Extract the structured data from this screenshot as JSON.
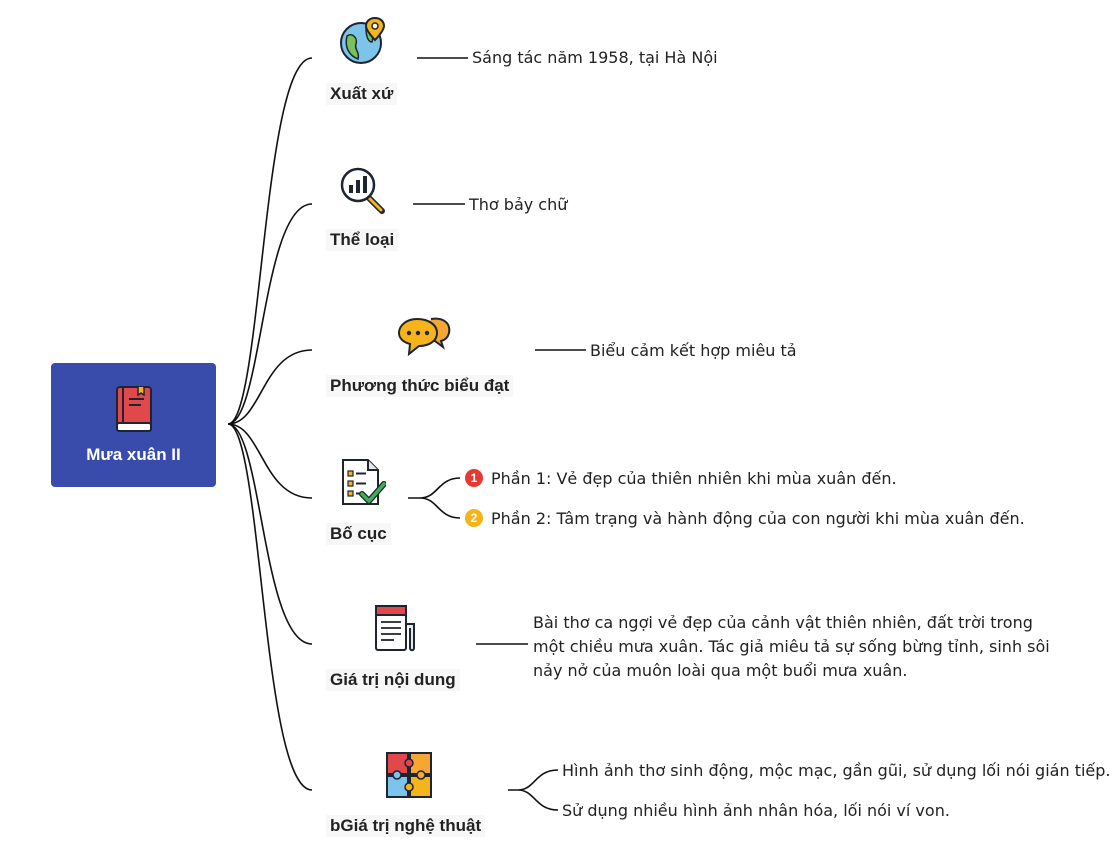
{
  "root": {
    "title": "Mưa xuân II",
    "icon": "book-icon",
    "color": "#3a4cab"
  },
  "branches": [
    {
      "label": "Xuất xứ",
      "icon": "globe-location-icon",
      "details": [
        "Sáng tác năm 1958, tại Hà Nội"
      ]
    },
    {
      "label": "Thể loại",
      "icon": "magnifier-chart-icon",
      "details": [
        "Thơ bảy chữ"
      ]
    },
    {
      "label": "Phương thức biểu đạt",
      "icon": "chat-bubbles-icon",
      "details": [
        "Biểu cảm kết hợp miêu tả"
      ]
    },
    {
      "label": "Bố cục",
      "icon": "checklist-icon",
      "markers": [
        "1",
        "2"
      ],
      "details": [
        "Phần 1: Vẻ đẹp của thiên nhiên khi mùa xuân đến.",
        "Phần 2: Tâm trạng và hành động của con người khi mùa xuân đến."
      ]
    },
    {
      "label": "Giá trị nội dung",
      "icon": "notebook-icon",
      "paragraph": [
        "Bài thơ ca ngợi vẻ đẹp của cảnh vật thiên nhiên, đất trời trong",
        "một chiều mưa xuân. Tác giả miêu tả sự sống bừng tỉnh, sinh sôi",
        "nảy nở của muôn loài qua một buổi mưa xuân."
      ]
    },
    {
      "label": "bGiá trị nghệ thuật",
      "icon": "puzzle-icon",
      "details": [
        "Hình ảnh thơ sinh động, mộc mạc, gần gũi, sử dụng lối nói gián tiếp.",
        "Sử dụng nhiều hình ảnh nhân hóa, lối nói ví von."
      ]
    }
  ],
  "colors": {
    "marker1": "#e53935",
    "marker2": "#f4b41a",
    "line": "#111111"
  }
}
